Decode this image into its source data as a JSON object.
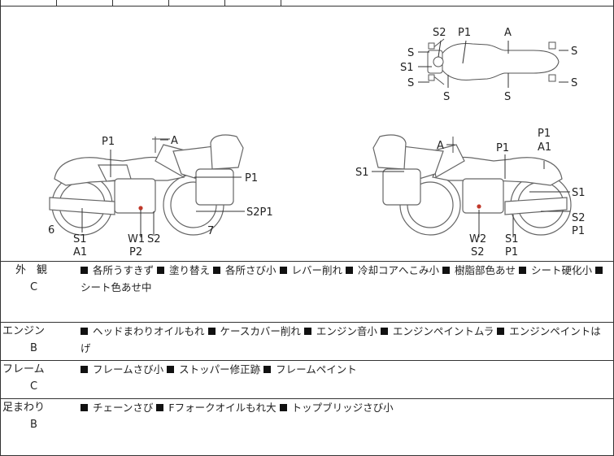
{
  "diagram": {
    "top_view": {
      "s_left_1": "S",
      "s_left_2": "S1",
      "s_left_3": "S",
      "s2": "S2",
      "p1": "P1",
      "a": "A",
      "s_right_1": "S",
      "s_right_2": "S",
      "s_bottom_1": "S",
      "s_bottom_2": "S"
    },
    "left_view": {
      "p1_tank": "P1",
      "a": "A",
      "p1_bag": "P1",
      "s2p1": "S2P1",
      "num_6": "6",
      "num_7": "7",
      "s1a1": [
        "S1",
        "A1"
      ],
      "w1p2": [
        "W1",
        "P2"
      ],
      "s2": "S2"
    },
    "right_view": {
      "a": "A",
      "s1_bag": "S1",
      "p1_tank": "P1",
      "p1a1": [
        "P1",
        "A1"
      ],
      "s1_right": "S1",
      "s2p1": [
        "S2",
        "P1"
      ],
      "w2s2": [
        "W2",
        "S2"
      ],
      "s1p1": [
        "S1",
        "P1"
      ]
    }
  },
  "sections": [
    {
      "title": "外　観",
      "grade": "C",
      "items": [
        "各所うすきず",
        "塗り替え",
        "各所さび小",
        "レバー削れ",
        "冷却コアへこみ小",
        "樹脂部色あせ",
        "シート硬化小",
        "シート色あせ中"
      ]
    },
    {
      "title": "エンジン",
      "grade": "B",
      "items": [
        "ヘッドまわりオイルもれ",
        "ケースカバー削れ",
        "エンジン音小",
        "エンジンペイントムラ",
        "エンジンペイントはげ"
      ]
    },
    {
      "title": "フレーム",
      "grade": "C",
      "items": [
        "フレームさび小",
        "ストッパー修正跡",
        "フレームペイント"
      ]
    },
    {
      "title": "足まわり",
      "grade": "B",
      "items": [
        "チェーンさび",
        "Fフォークオイルもれ大",
        "トップブリッジさび小"
      ]
    }
  ]
}
